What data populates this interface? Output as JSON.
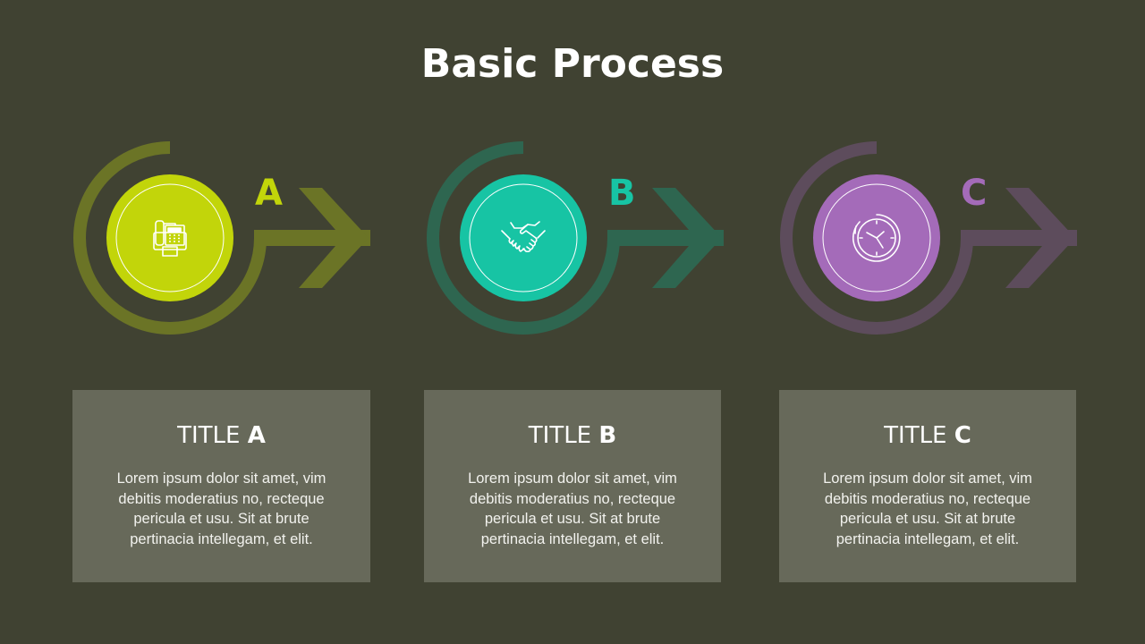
{
  "title": "Basic Process",
  "steps": [
    {
      "letter": "A",
      "title_prefix": "TITLE",
      "title_letter": "A",
      "body": "Lorem ipsum dolor sit amet, vim debitis moderatius no, recteque pericula et usu. Sit at brute pertinacia intellegam, et elit.",
      "icon": "fax-machine-icon",
      "colors": {
        "circle": "#c2d50a",
        "arc": "#6b7426",
        "letter": "#c2d50a"
      }
    },
    {
      "letter": "B",
      "title_prefix": "TITLE",
      "title_letter": "B",
      "body": "Lorem ipsum dolor sit amet, vim debitis moderatius no, recteque pericula et usu. Sit at brute pertinacia intellegam, et elit.",
      "icon": "handshake-icon",
      "colors": {
        "circle": "#17c4a4",
        "arc": "#2e6650",
        "letter": "#17c4a4"
      }
    },
    {
      "letter": "C",
      "title_prefix": "TITLE",
      "title_letter": "C",
      "body": "Lorem ipsum dolor sit amet, vim debitis moderatius no, recteque pericula et usu. Sit at brute pertinacia intellegam, et elit.",
      "icon": "clock-icon",
      "colors": {
        "circle": "#a46bb9",
        "arc": "#5d4c5c",
        "letter": "#a46bb9"
      }
    }
  ],
  "colors": {
    "background": "#404232",
    "card": "#67695a",
    "text": "#ffffff"
  }
}
